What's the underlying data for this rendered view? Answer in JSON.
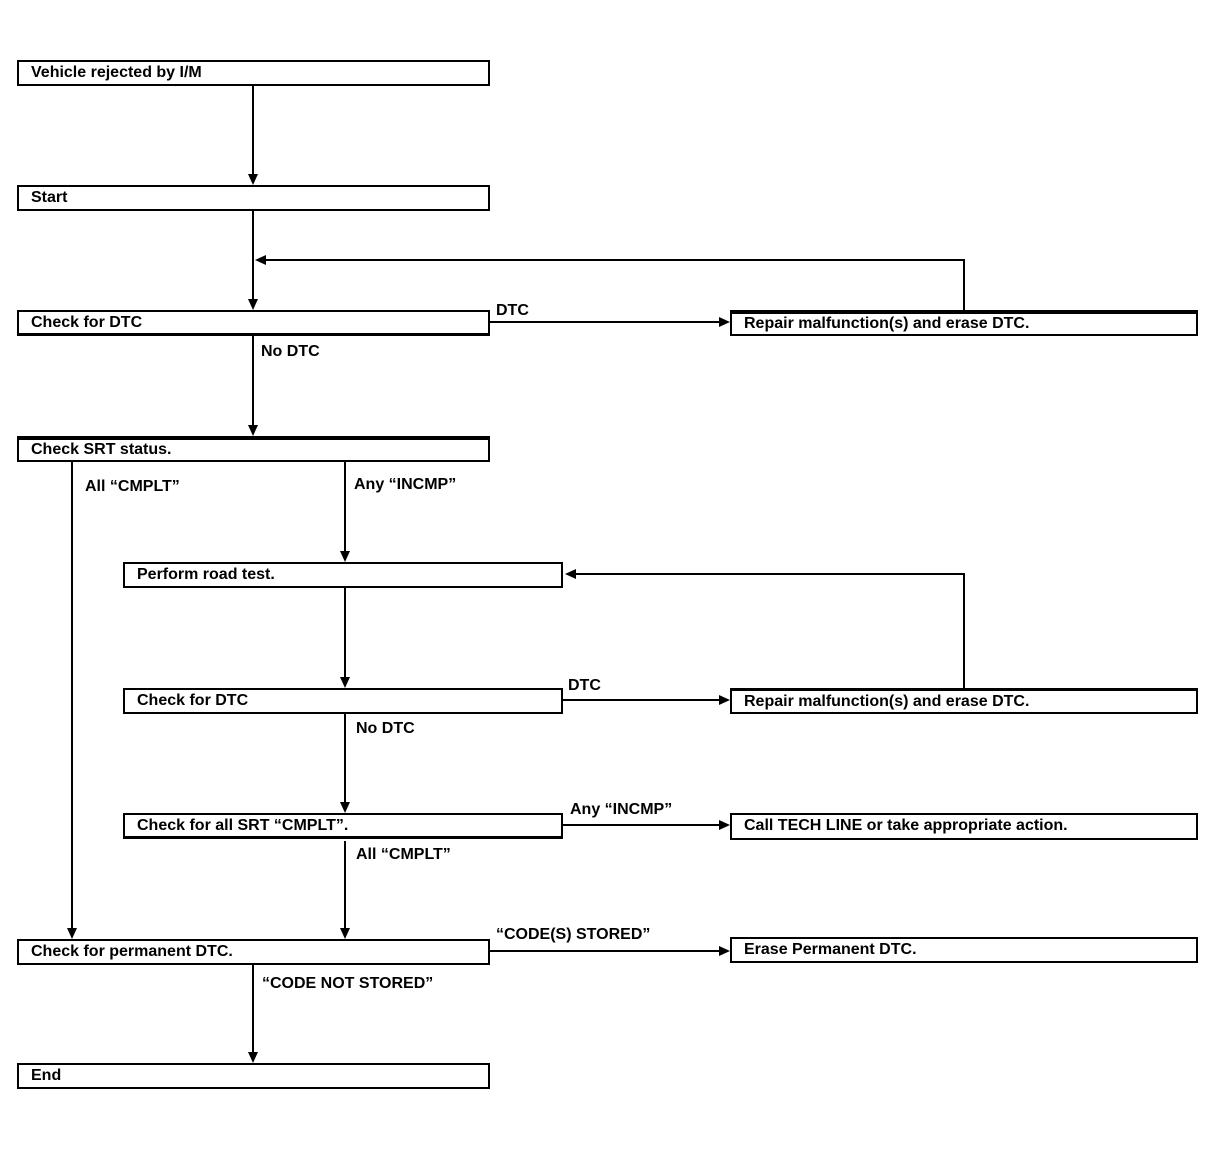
{
  "diagram": {
    "type": "flowchart",
    "colors": {
      "line": "#000000",
      "background": "#ffffff",
      "box_fill": "#ffffff",
      "text": "#000000"
    },
    "boxes": {
      "vehicle_rejected": "Vehicle rejected by I/M",
      "start": "Start",
      "check_dtc_1": "Check for DTC",
      "check_srt": "Check SRT status.",
      "perform_road_test": "Perform road test.",
      "check_dtc_2": "Check for DTC",
      "check_all_srt": "Check for all SRT “CMPLT”.",
      "check_permanent": "Check for permanent DTC.",
      "end": "End",
      "repair_1": "Repair malfunction(s) and erase DTC.",
      "repair_2": "Repair malfunction(s) and erase DTC.",
      "call_tech": "Call TECH LINE or take appropriate action.",
      "erase_permanent": "Erase Permanent DTC."
    },
    "labels": {
      "dtc_top": "DTC",
      "no_dtc_top": "No DTC",
      "all_cmplt_top": "All “CMPLT”",
      "any_incmp_top": "Any “INCMP”",
      "dtc_mid": "DTC",
      "no_dtc_mid": "No DTC",
      "any_incmp_mid": "Any “INCMP”",
      "all_cmplt_mid": "All “CMPLT”",
      "codes_stored": "“CODE(S) STORED”",
      "code_not_stored": "“CODE NOT STORED”"
    },
    "flow": [
      {
        "from": "Vehicle rejected by I/M",
        "to": "Start",
        "label": ""
      },
      {
        "from": "Start",
        "to": "Check for DTC",
        "label": ""
      },
      {
        "from": "Check for DTC",
        "to": "Repair malfunction(s) and erase DTC.",
        "label": "DTC"
      },
      {
        "from": "Repair malfunction(s) and erase DTC.",
        "to": "Check for DTC",
        "label": ""
      },
      {
        "from": "Check for DTC",
        "to": "Check SRT status.",
        "label": "No DTC"
      },
      {
        "from": "Check SRT status.",
        "to": "Check for permanent DTC.",
        "label": "All “CMPLT”"
      },
      {
        "from": "Check SRT status.",
        "to": "Perform road test.",
        "label": "Any “INCMP”"
      },
      {
        "from": "Perform road test.",
        "to": "Check for DTC (after road test)",
        "label": ""
      },
      {
        "from": "Check for DTC (after road test)",
        "to": "Repair malfunction(s) and erase DTC. (2)",
        "label": "DTC"
      },
      {
        "from": "Repair malfunction(s) and erase DTC. (2)",
        "to": "Perform road test.",
        "label": ""
      },
      {
        "from": "Check for DTC (after road test)",
        "to": "Check for all SRT “CMPLT”.",
        "label": "No DTC"
      },
      {
        "from": "Check for all SRT “CMPLT”.",
        "to": "Call TECH LINE or take appropriate action.",
        "label": "Any “INCMP”"
      },
      {
        "from": "Check for all SRT “CMPLT”.",
        "to": "Check for permanent DTC.",
        "label": "All “CMPLT”"
      },
      {
        "from": "Check for permanent DTC.",
        "to": "Erase Permanent DTC.",
        "label": "“CODE(S) STORED”"
      },
      {
        "from": "Check for permanent DTC.",
        "to": "End",
        "label": "“CODE NOT STORED”"
      }
    ]
  }
}
